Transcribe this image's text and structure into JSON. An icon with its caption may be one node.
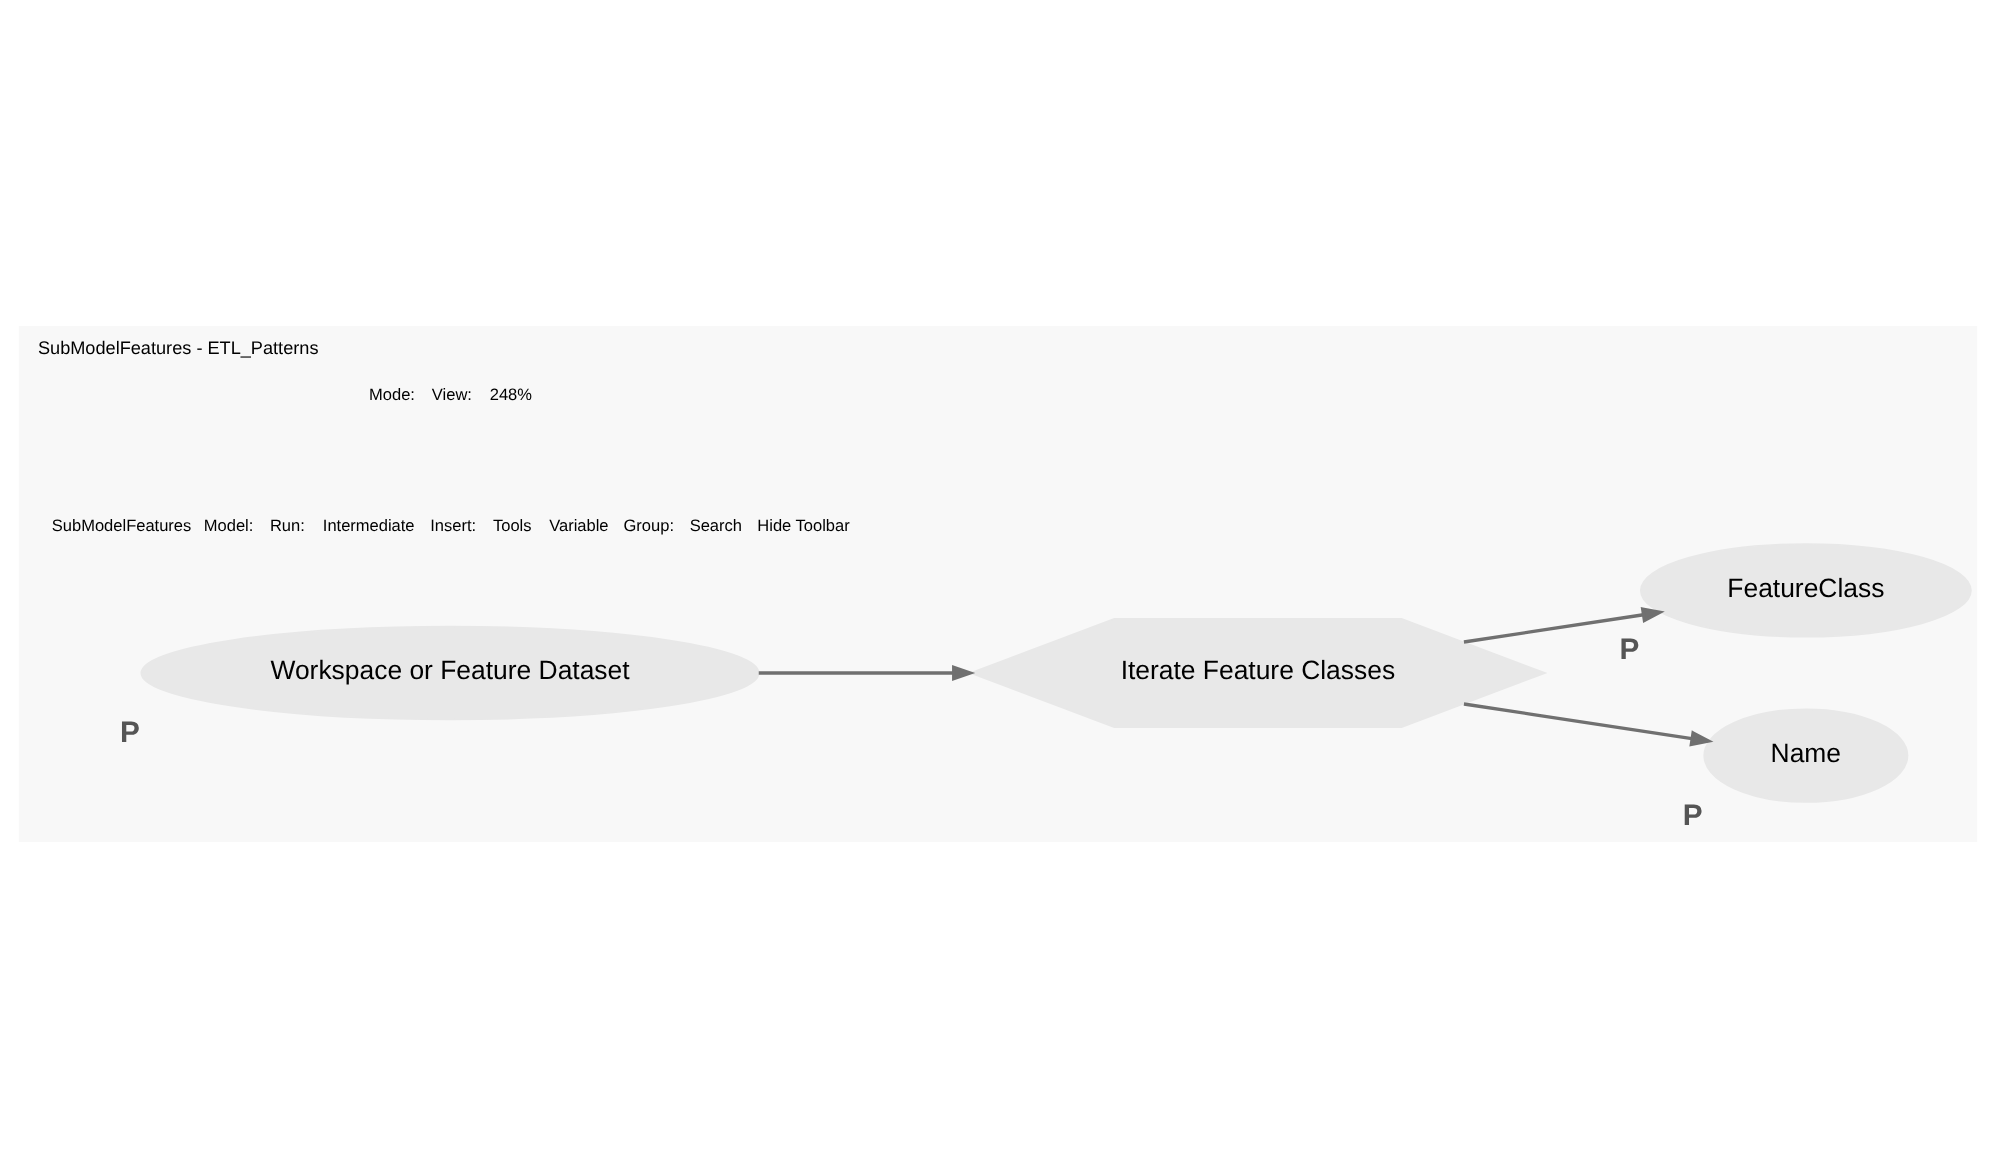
{
  "diagram": {
    "title": "SubModelFeatures - ETL_Patterns",
    "nodes": [
      {
        "text": [
          "Workspace or Feature Dataset"
        ],
        "beside": [
          "P"
        ]
      },
      {
        "text": [
          "Iterate Feature Classes"
        ]
      },
      {
        "text": [
          "FeatureClass"
        ],
        "beside": [
          "P"
        ]
      },
      {
        "text": [
          "Name"
        ],
        "beside": [
          "P"
        ]
      }
    ],
    "edges": [
      {
        "from": 0,
        "to": 1,
        "arrow": "to"
      },
      {
        "from": 1,
        "to": 2,
        "arrow": "to"
      },
      {
        "from": 1,
        "to": 3,
        "arrow": "to"
      }
    ],
    "labels": [
      "SubModelFeatures",
      "Model:",
      "Run:",
      "Intermediate",
      "Insert:",
      "Tools",
      "Variable",
      "Group:",
      "Search",
      "Hide Toolbar",
      "Mode:",
      "View:",
      "248%"
    ]
  }
}
